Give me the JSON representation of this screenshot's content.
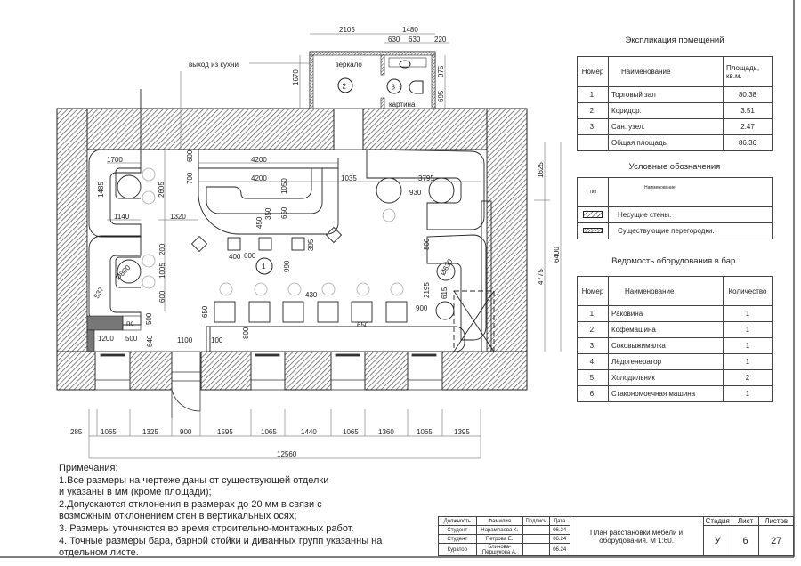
{
  "plan": {
    "labels": {
      "kitchen_exit": "выход из кухни",
      "mirror": "зеркало",
      "picture": "картина",
      "room1": "1",
      "room2": "2",
      "room3": "3",
      "ps": "пс"
    },
    "dims": {
      "d2105": "2105",
      "d1480": "1480",
      "d630a": "630",
      "d630b": "630",
      "d220": "220",
      "d1670": "1670",
      "d975": "975",
      "d695": "695",
      "d1700": "1700",
      "d1485": "1485",
      "d2605": "2605",
      "d1140": "1140",
      "d1320": "1320",
      "d600t": "600",
      "d700": "700",
      "d4200a": "4200",
      "d4200b": "4200",
      "d1050": "1050",
      "d350": "350",
      "d650t": "650",
      "d450": "450",
      "d395": "395",
      "d400": "400",
      "d600m": "600",
      "d990": "990",
      "d200": "200",
      "d1005": "1005",
      "d600l": "600",
      "d800c": "Ø800",
      "d537": "537",
      "d430": "430",
      "d650v": "650",
      "d500v": "500",
      "d1200": "1200",
      "d500h": "500",
      "d640": "640",
      "d1100": "1100",
      "d100": "100",
      "d800v": "800",
      "d650b": "650",
      "d900": "900",
      "d1035": "1035",
      "d3795": "3795",
      "d930": "930",
      "d800r": "800",
      "d630c": "Ø630",
      "d2195": "2195",
      "d615": "615",
      "d1625": "1625",
      "d4775": "4775",
      "d6400": "6400"
    },
    "bottom_dims": [
      "285",
      "1065",
      "1325",
      "900",
      "1595",
      "1065",
      "1440",
      "1065",
      "1360",
      "1065",
      "1395"
    ],
    "total_dim": "12560"
  },
  "rooms_table": {
    "title": "Экспликация помещений",
    "headers": [
      "Номер",
      "Наименование",
      "Площадь, кв.м."
    ],
    "rows": [
      [
        "1.",
        "Торговый зал",
        "80.38"
      ],
      [
        "2.",
        "Коридор.",
        "3.51"
      ],
      [
        "3.",
        "Сан. узел.",
        "2.47"
      ],
      [
        "",
        "Общая площадь.",
        "86.36"
      ]
    ]
  },
  "legend_table": {
    "title": "Условные обозначения",
    "headers": [
      "Тип",
      "Наименование"
    ],
    "rows": [
      "Несущие стены.",
      "Существующие перегородки."
    ]
  },
  "equipment_table": {
    "title": "Ведомость оборудования в бар.",
    "headers": [
      "Номер",
      "Наименование",
      "Количество"
    ],
    "rows": [
      [
        "1.",
        "Раковина",
        "1"
      ],
      [
        "2.",
        "Кофемашина",
        "1"
      ],
      [
        "3.",
        "Соковыжималка",
        "1"
      ],
      [
        "4.",
        "Лёдогенератор",
        "1"
      ],
      [
        "5.",
        "Холодильник",
        "2"
      ],
      [
        "6.",
        "Стакономоечная машина",
        "1"
      ]
    ]
  },
  "notes": {
    "title": "Примечания:",
    "lines": [
      "1.Все размеры на чертеже даны от существующей отделки",
      "и указаны в мм (кроме площади);",
      "2.Допускаются отклонения в размерах до 20 мм в связи с",
      "возможным отклонением стен в вертикальных осях;",
      "3. Размеры уточняются во время строительно-монтажных работ.",
      "4. Точные размеры бара, барной стойки и диванных групп указанны на",
      "отдельном листе."
    ]
  },
  "title_block": {
    "headers": [
      "Должность",
      "Фамилия",
      "Подпись",
      "Дата"
    ],
    "rows": [
      [
        "Студент",
        "Нарамлаева К.",
        "",
        "06.24"
      ],
      [
        "Студент",
        "Петрова Е.",
        "",
        "06.24"
      ],
      [
        "Куратор",
        "Блинова-Першукова А.",
        "",
        "06.24"
      ]
    ],
    "drawing_title": "План расстановки мебели и оборудования. М 1:60.",
    "stage_label": "Стадия",
    "sheet_label": "Лист",
    "sheets_label": "Листов",
    "stage": "У",
    "sheet": "6",
    "sheets": "27"
  }
}
